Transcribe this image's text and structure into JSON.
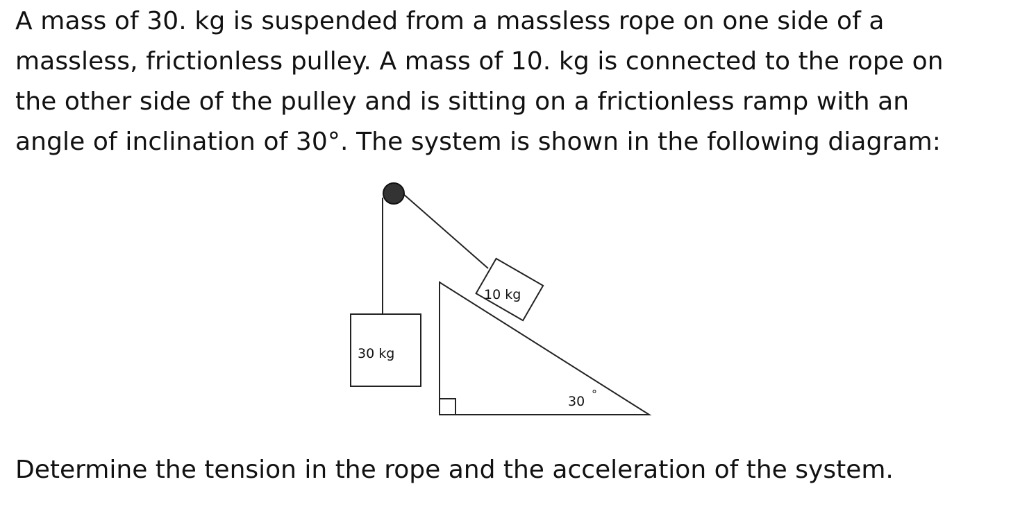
{
  "problem": {
    "lines": [
      "A mass of 30. kg is suspended from a massless rope on one side of a",
      "massless, frictionless pulley.  A mass of 10. kg is connected to the rope on",
      "the other side of the pulley and is sitting on a frictionless ramp with an",
      "angle of inclination of 30°.  The system is shown in the following diagram:"
    ]
  },
  "diagram": {
    "hanging_mass_label": "30 kg",
    "ramp_mass_label": "10 kg",
    "angle_label": "30",
    "degree_symbol": "°"
  },
  "question": "Determine the tension in the rope and the acceleration of the system."
}
